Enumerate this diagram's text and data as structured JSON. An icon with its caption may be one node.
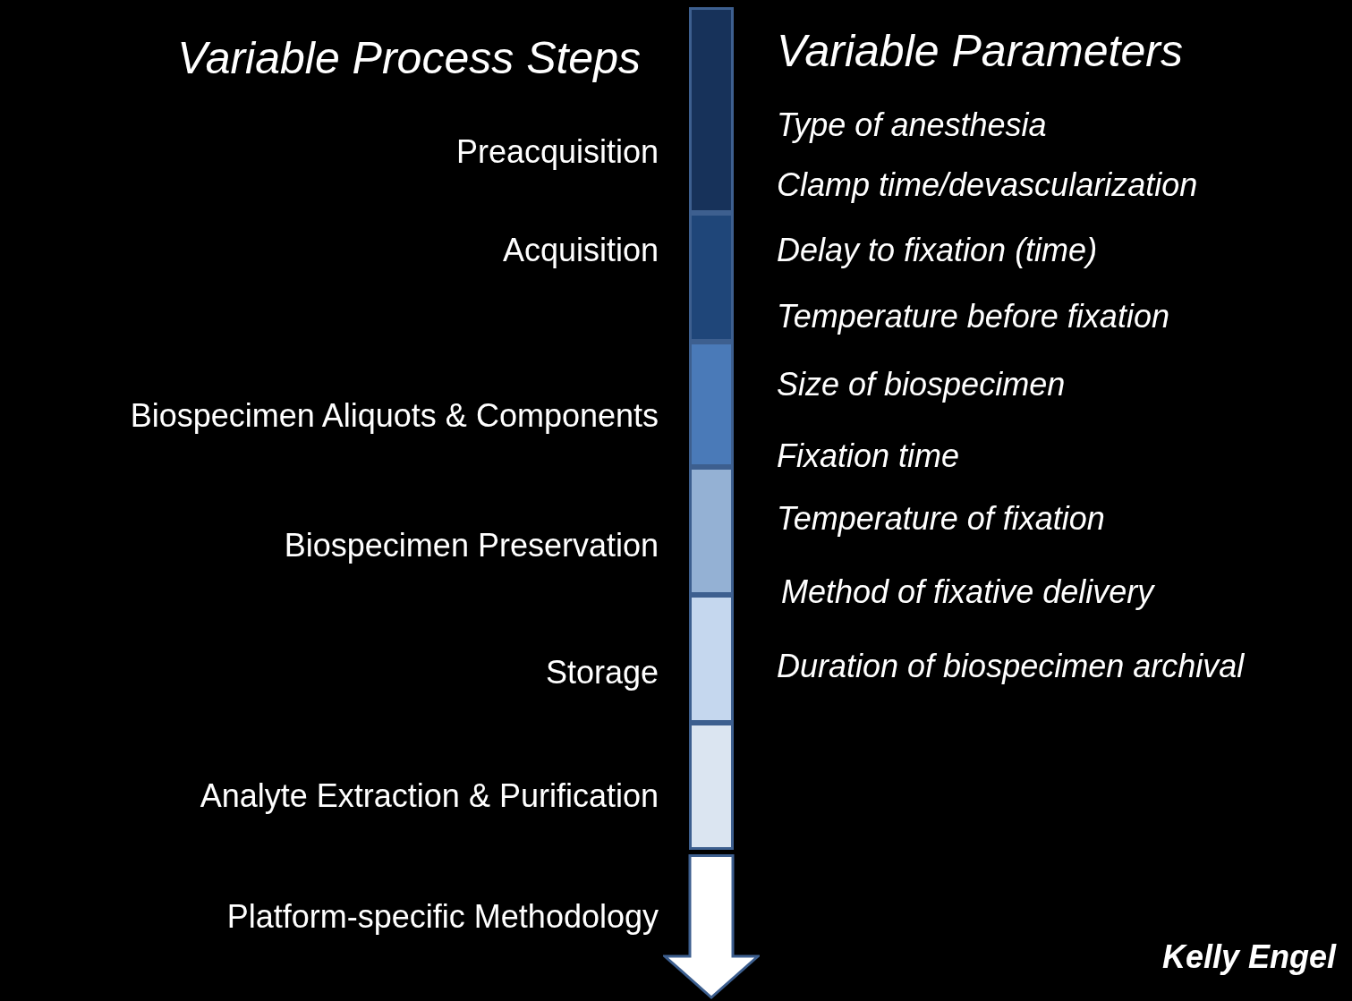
{
  "diagram": {
    "nodes": [
      {
        "text": [],
        "shape": "bar",
        "beside": [
          "Preacquisition"
        ]
      },
      {
        "text": [],
        "shape": "bar",
        "beside": [
          "Acquisition"
        ]
      },
      {
        "text": [],
        "shape": "bar",
        "beside": [
          "Biospecimen Aliquots & Components"
        ]
      },
      {
        "text": [],
        "shape": "bar",
        "beside": [
          "Biospecimen Preservation"
        ]
      },
      {
        "text": [],
        "shape": "bar",
        "beside": [
          "Storage"
        ]
      },
      {
        "text": [],
        "shape": "bar",
        "beside": [
          "Analyte Extraction & Purification"
        ]
      },
      {
        "text": [],
        "shape": "arrow",
        "beside": [
          "Platform-specific Methodology"
        ]
      }
    ],
    "labels": [
      "Variable Process Steps",
      "Variable Parameters",
      "Type of anesthesia",
      "Clamp time/devascularization",
      "Delay to fixation (time)",
      "Temperature before fixation",
      "Size of biospecimen",
      "Fixation time",
      "Temperature of fixation",
      "Method of fixative delivery",
      "Duration of biospecimen archival",
      "Kelly Engel"
    ]
  }
}
